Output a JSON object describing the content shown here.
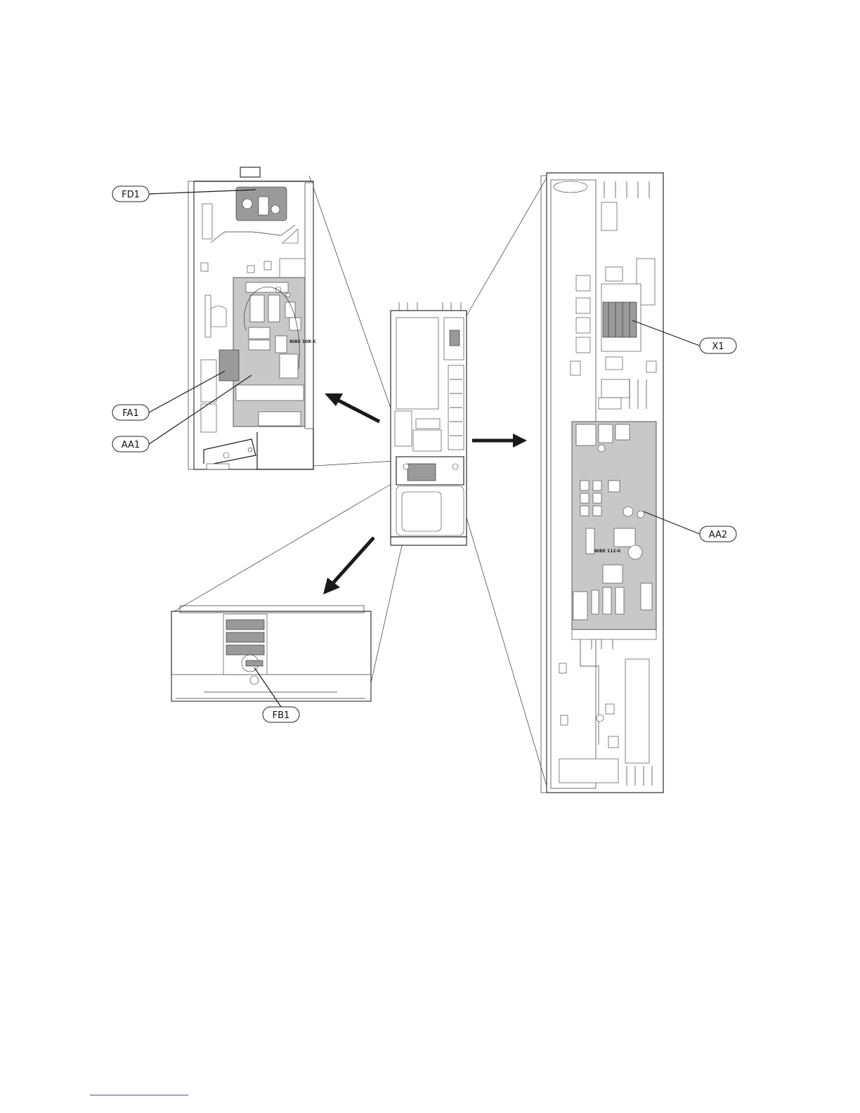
{
  "callouts": {
    "fd1": "FD1",
    "fa1": "FA1",
    "aa1": "AA1",
    "x1": "X1",
    "aa2": "AA2",
    "fb1": "FB1"
  },
  "board_labels": {
    "aa1_board": "NIBE 108-K",
    "aa2_board": "NIBE 112-X"
  },
  "colors": {
    "line": "#1a1a1a",
    "board": "#c8c8c8",
    "background": "#ffffff",
    "footer_rule": "#3355aa"
  }
}
